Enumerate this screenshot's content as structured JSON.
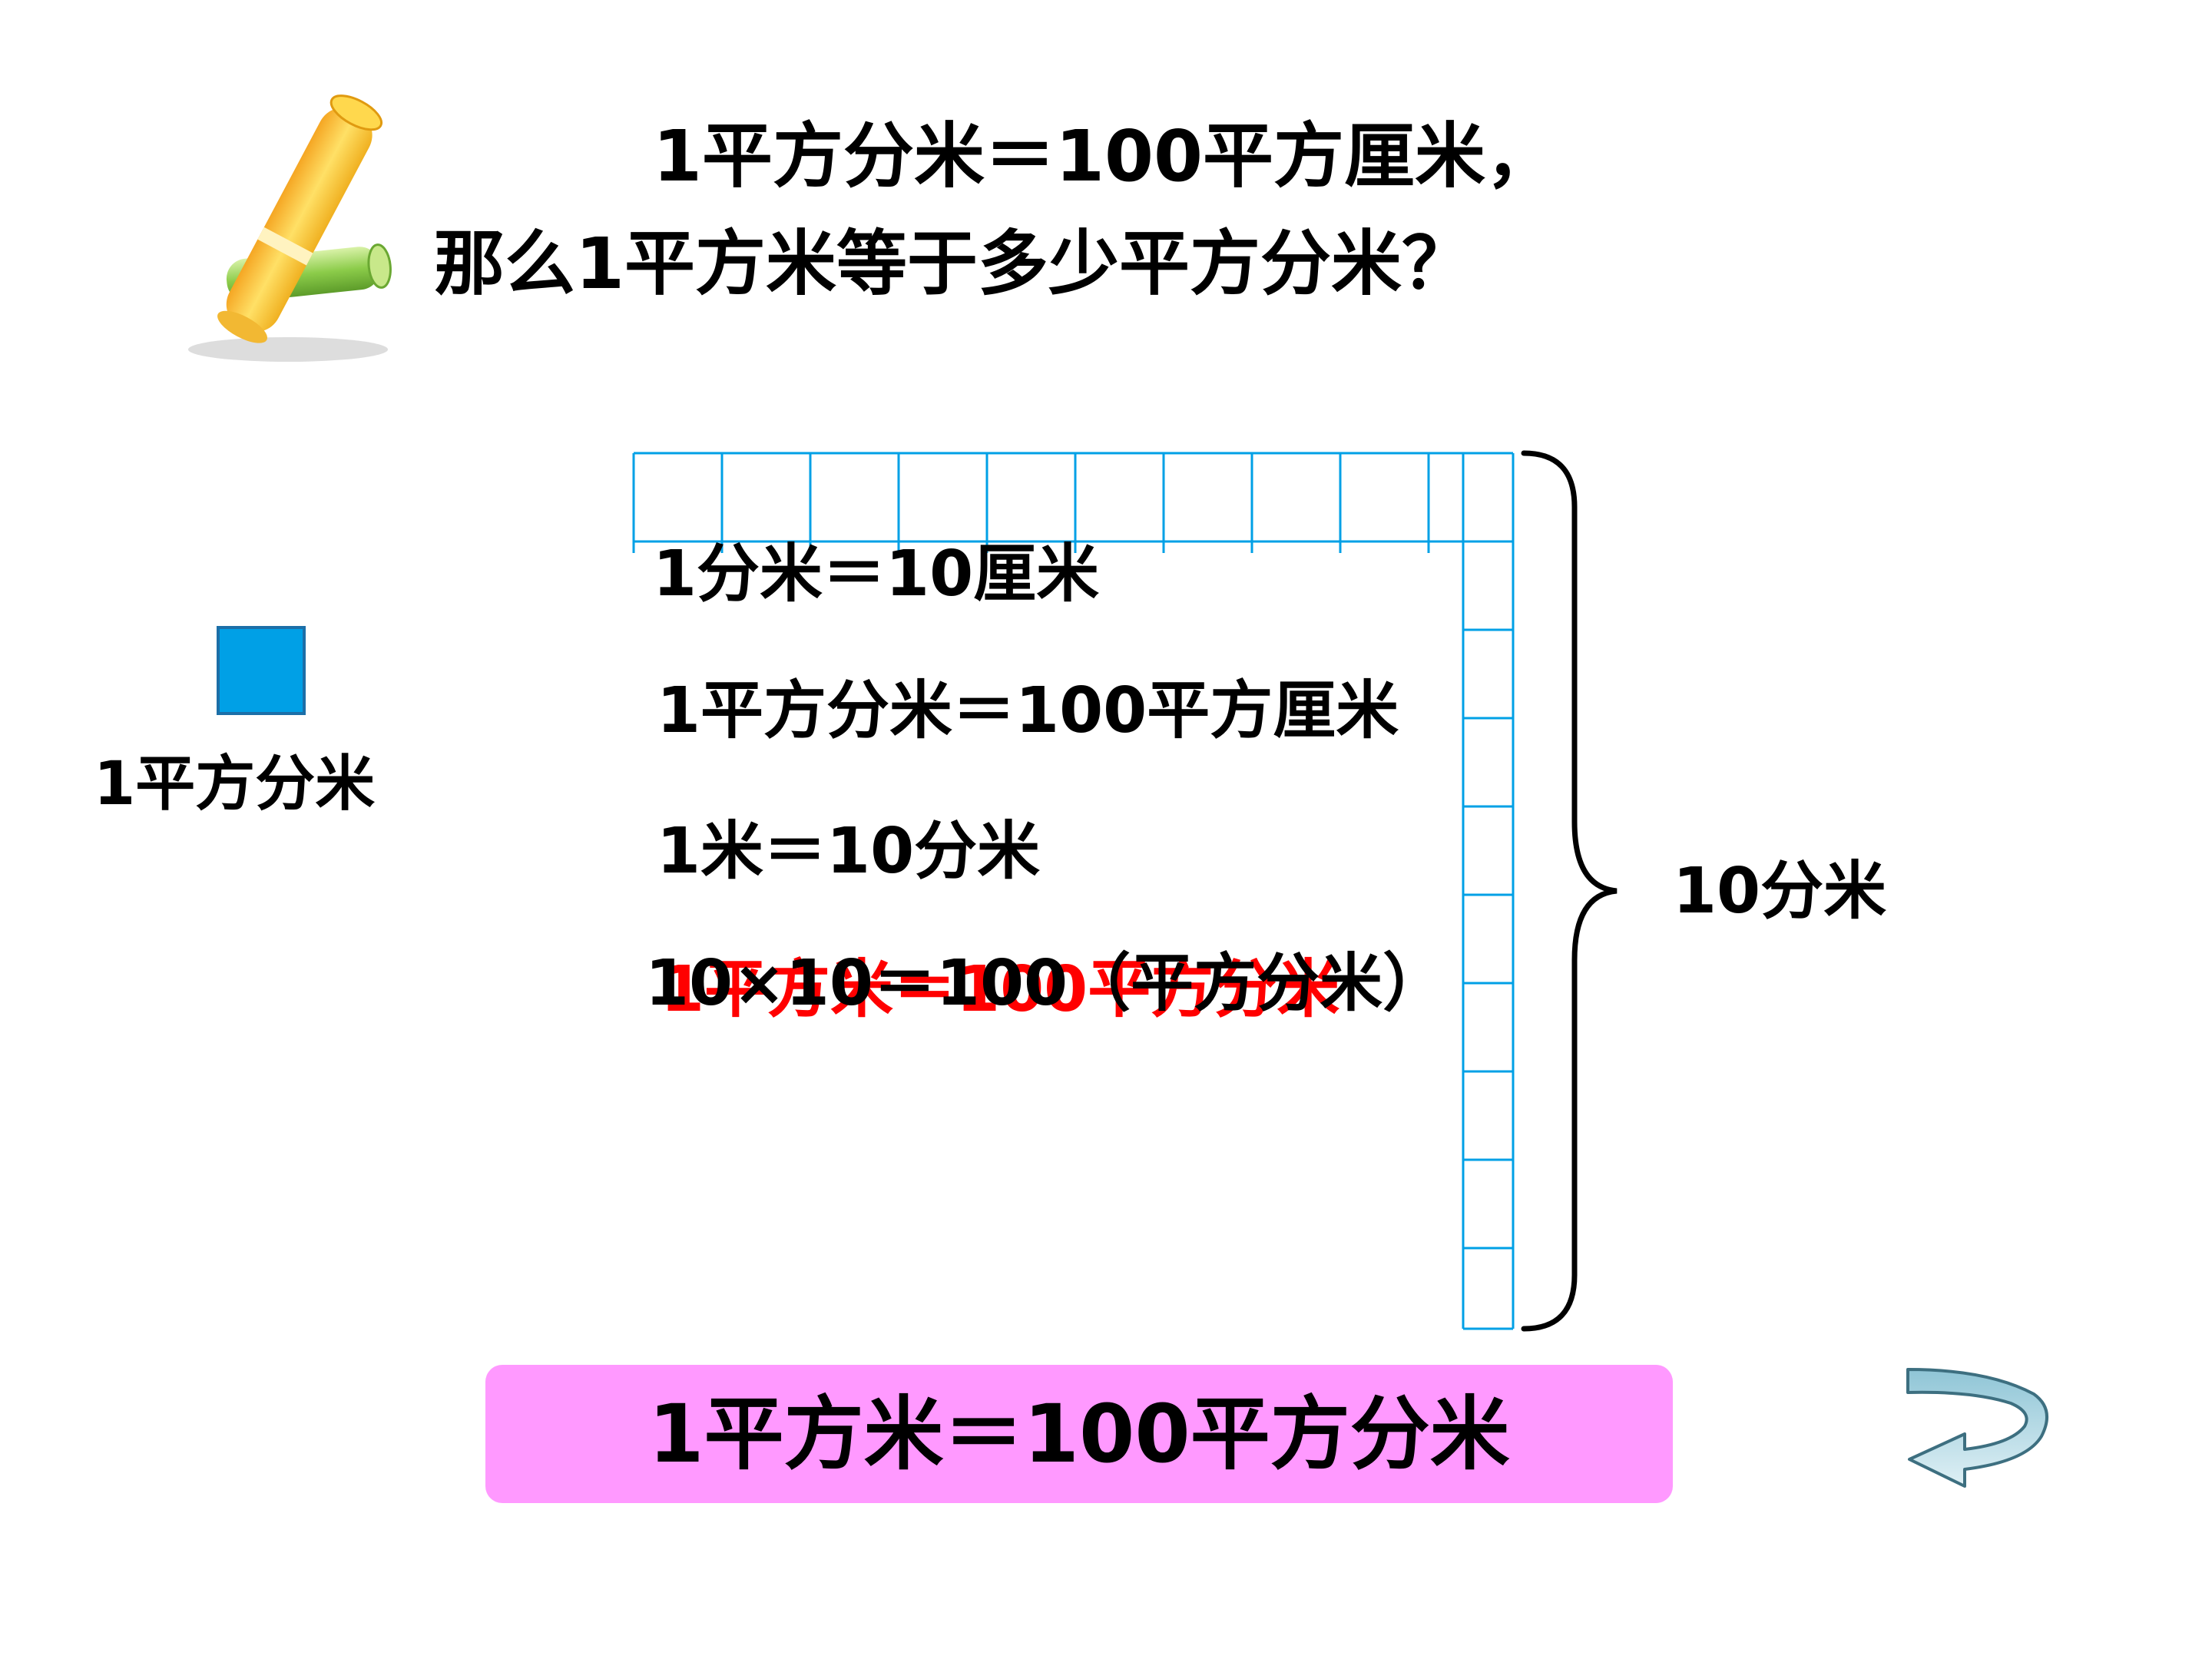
{
  "question": {
    "line1": "1平方分米＝100平方厘米，",
    "line2": "那么1平方米等于多少平方分米？"
  },
  "unit_square": {
    "label": "1平方分米",
    "color": "#00a0e6"
  },
  "steps": {
    "step1": "1分米＝10厘米",
    "step2": "1平方分米＝100平方厘米",
    "step3": "1米＝10分米",
    "step4_red": "1平方米＝100平方分米",
    "step4_black": "10×10＝100（平方分米）"
  },
  "brace_label": "10分米",
  "result": "1平方米＝100平方分米",
  "colors": {
    "grid": "#00a0e6",
    "result_bg": "#ff99ff",
    "red_text": "#ff0000"
  },
  "icons": {
    "scroll": "scroll-icon",
    "return": "return-arrow-icon"
  }
}
